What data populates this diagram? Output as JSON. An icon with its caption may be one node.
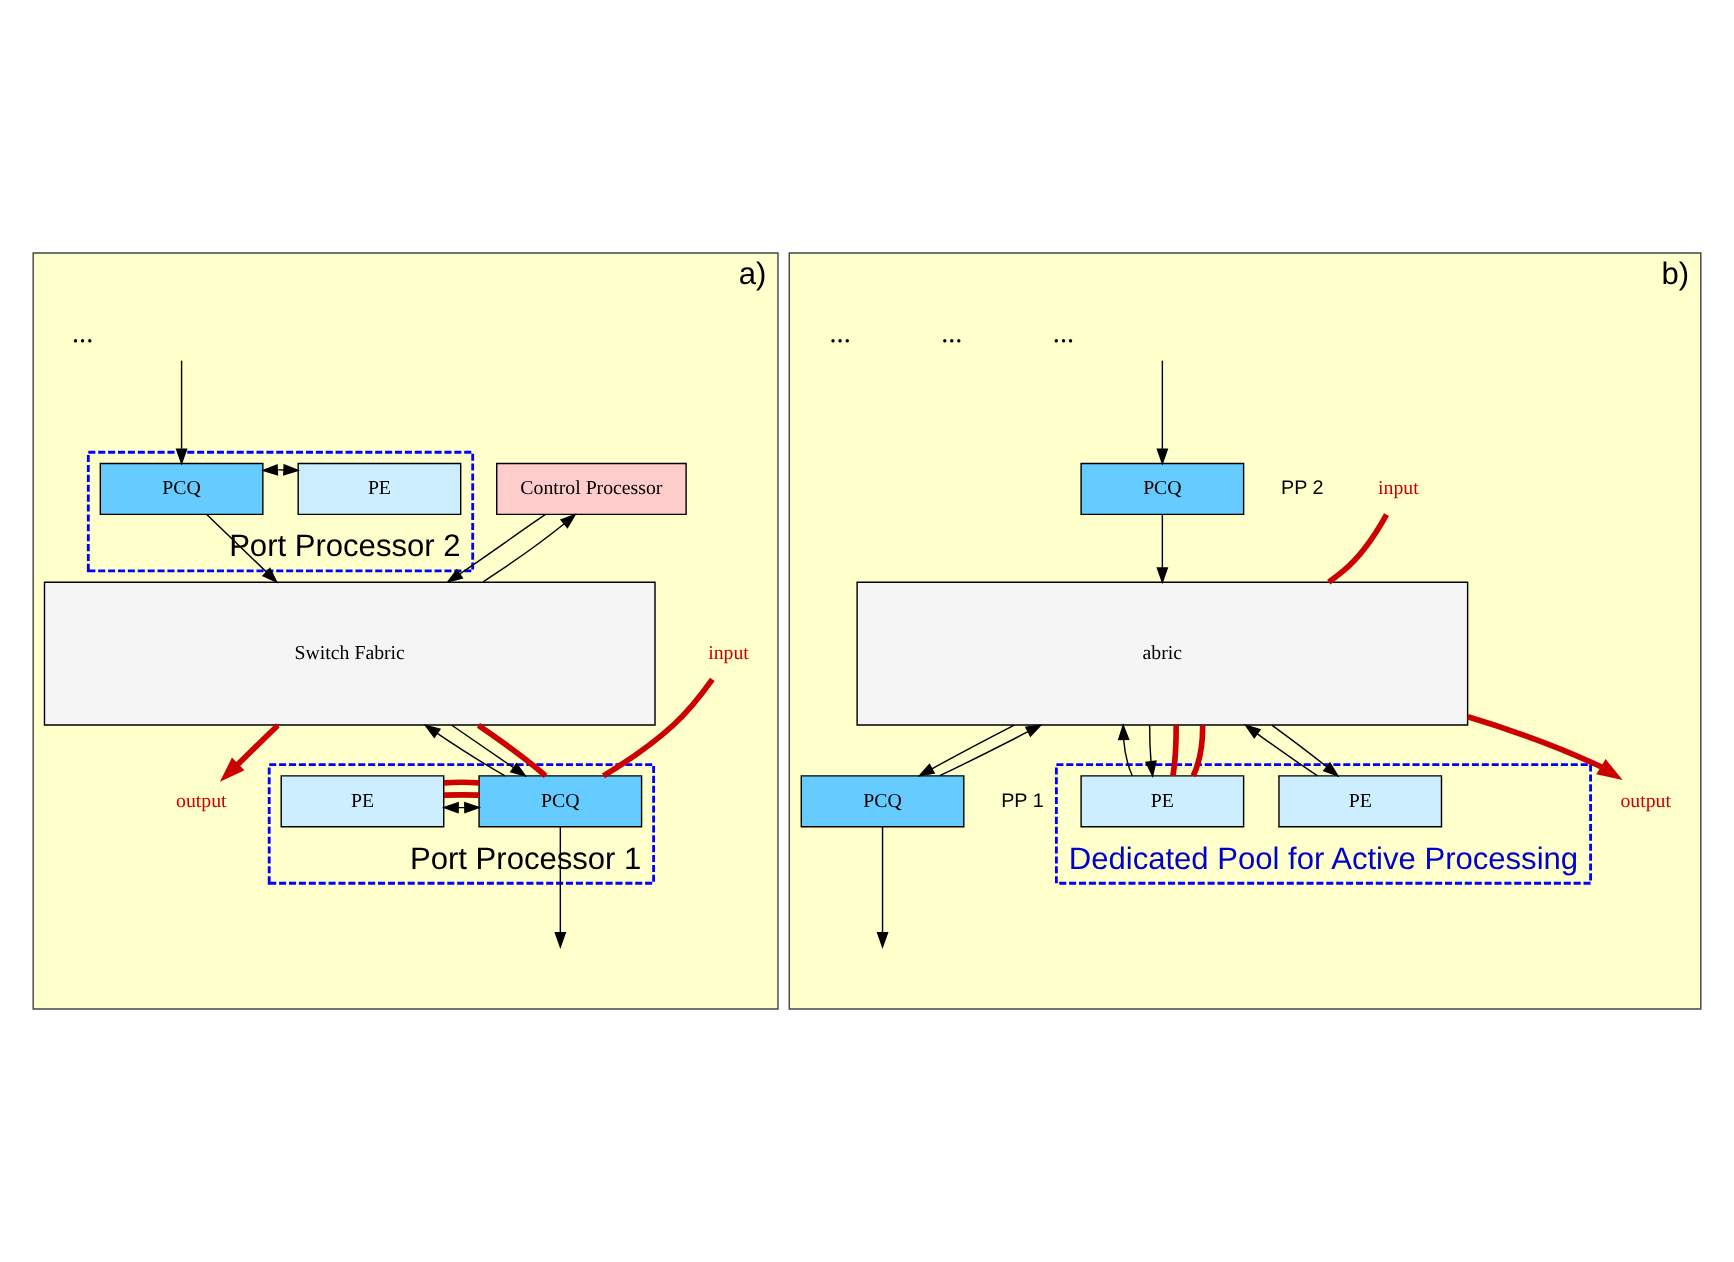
{
  "diagram": {
    "nodes": [
      {
        "text": [
          "a)"
        ]
      },
      {
        "text": [
          "Control Processor"
        ],
        "in": 0
      },
      {
        "text": [
          "Switch Fabric"
        ],
        "in": 0
      },
      {
        "text": [
          "Port Processor 1"
        ],
        "in": 0
      },
      {
        "text": [
          "PCQ"
        ],
        "in": 3
      },
      {
        "text": [
          "PE"
        ],
        "in": 3
      },
      {
        "text": [
          "Port Processor 2"
        ],
        "in": 0
      },
      {
        "text": [
          "PCQ"
        ],
        "in": 6
      },
      {
        "text": [
          "PE"
        ],
        "in": 6
      },
      {
        "text": [
          "b)"
        ]
      },
      {
        "text": [
          "abric"
        ],
        "in": 9
      },
      {
        "text": [
          "PCQ"
        ],
        "in": 9,
        "beside": [
          "PP 1"
        ]
      },
      {
        "text": [
          "PCQ"
        ],
        "in": 9,
        "beside": [
          "PP 2"
        ]
      },
      {
        "text": [
          "Dedicated Pool for Active Processing"
        ],
        "in": 9
      },
      {
        "text": [
          "PE"
        ],
        "in": 13
      },
      {
        "text": [
          "PE"
        ],
        "in": 13
      },
      {
        "text": [
          "input"
        ],
        "in": 0
      },
      {
        "text": [
          "output"
        ],
        "in": 0
      },
      {
        "text": [
          "input"
        ],
        "in": 9
      },
      {
        "text": [
          "output"
        ],
        "in": 9
      }
    ],
    "edges": [
      {
        "from": 2,
        "to": 1,
        "arrow": "to"
      },
      {
        "from": 1,
        "to": 2,
        "arrow": "to"
      },
      {
        "from": 2,
        "to": 4,
        "arrow": "to"
      },
      {
        "from": 4,
        "to": 2,
        "arrow": "to"
      },
      {
        "from": 4,
        "to": 5,
        "arrow": "both"
      },
      {
        "from": 4,
        "to": null,
        "arrow": "to"
      },
      {
        "from": 7,
        "to": 2,
        "arrow": "to"
      },
      {
        "from": null,
        "to": 7,
        "arrow": "to"
      },
      {
        "from": 7,
        "to": 8,
        "arrow": "both"
      },
      {
        "from": 16,
        "to": 4,
        "arrow": "none",
        "style": "thick",
        "color": "#cc0000"
      },
      {
        "from": 4,
        "to": 5,
        "arrow": "none",
        "style": "thick",
        "color": "#cc0000"
      },
      {
        "from": 5,
        "to": 4,
        "arrow": "none",
        "style": "thick",
        "color": "#cc0000"
      },
      {
        "from": 4,
        "to": 2,
        "arrow": "none",
        "style": "thick",
        "color": "#cc0000"
      },
      {
        "from": 2,
        "to": 17,
        "arrow": "to",
        "style": "thick",
        "color": "#cc0000"
      },
      {
        "from": 10,
        "to": 11,
        "arrow": "to"
      },
      {
        "from": 11,
        "to": 10,
        "arrow": "to"
      },
      {
        "from": 11,
        "to": null,
        "arrow": "to"
      },
      {
        "from": 12,
        "to": 10,
        "arrow": "to"
      },
      {
        "from": null,
        "to": 12,
        "arrow": "to"
      },
      {
        "from": 10,
        "to": 14,
        "arrow": "to"
      },
      {
        "from": 14,
        "to": 10,
        "arrow": "to"
      },
      {
        "from": 15,
        "to": 10,
        "arrow": "to"
      },
      {
        "from": 10,
        "to": 15,
        "arrow": "to"
      },
      {
        "from": 18,
        "to": 10,
        "arrow": "none",
        "style": "thick",
        "color": "#cc0000"
      },
      {
        "from": 10,
        "to": 14,
        "arrow": "none",
        "style": "thick",
        "color": "#cc0000"
      },
      {
        "from": 14,
        "to": 10,
        "arrow": "none",
        "style": "thick",
        "color": "#cc0000"
      },
      {
        "from": 10,
        "to": 19,
        "arrow": "to",
        "style": "thick",
        "color": "#cc0000"
      }
    ],
    "labels": [
      "...",
      "...",
      "...",
      "..."
    ]
  }
}
